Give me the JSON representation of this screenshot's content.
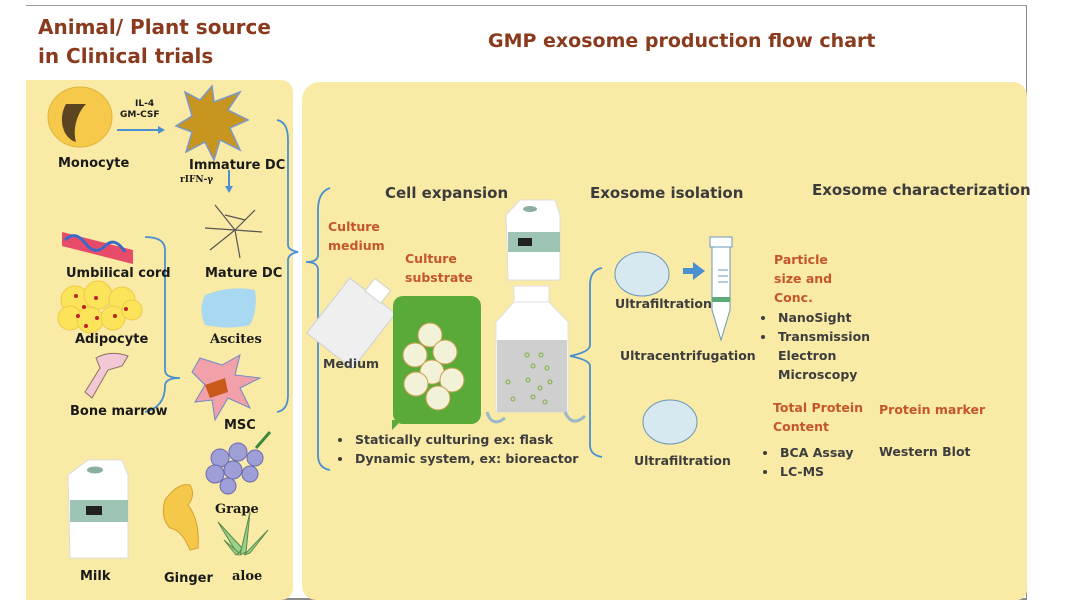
{
  "titles": {
    "left": [
      "Animal/ Plant source",
      "in Clinical trials"
    ],
    "right": "GMP exosome production flow chart"
  },
  "sources": {
    "monocyte": "Monocyte",
    "arrow_label_1": "IL-4",
    "arrow_label_2": "GM-CSF",
    "immature_dc": "Immature DC",
    "rifn": "rIFN-γ",
    "mature_dc": "Mature DC",
    "umbilical_cord": "Umbilical cord",
    "adipocyte": "Adipocyte",
    "ascites": "Ascites",
    "bone_marrow": "Bone marrow",
    "msc": "MSC",
    "milk": "Milk",
    "ginger": "Ginger",
    "grape": "Grape",
    "aloe": "aloe"
  },
  "cell_expansion": {
    "header": "Cell expansion",
    "culture_medium": [
      "Culture",
      "medium"
    ],
    "culture_substrate": [
      "Culture",
      "substrate"
    ],
    "medium": "Medium",
    "bullets": [
      "Statically culturing ex: flask",
      "Dynamic system, ex: bioreactor"
    ]
  },
  "isolation": {
    "header": "Exosome isolation",
    "ultrafiltration_1": "Ultrafiltration",
    "ultracentrifugation": "Ultracentrifugation",
    "ultrafiltration_2": "Ultrafiltration"
  },
  "characterization": {
    "header": "Exosome characterization",
    "particle": [
      "Particle",
      "size and",
      "Conc."
    ],
    "particle_methods": [
      "NanoSight",
      "Transmission Electron Microscopy"
    ],
    "total_protein": [
      "Total Protein",
      "Content"
    ],
    "protein_methods": [
      "BCA Assay",
      "LC-MS"
    ],
    "protein_marker": "Protein marker",
    "western_blot": "Western Blot"
  },
  "colors": {
    "panel": "#f9eaa6",
    "title": "#8a3a1d",
    "accent_red": "#c4562a",
    "bracket_blue": "#4a90d0",
    "substrate_green": "#5aaa3a"
  }
}
